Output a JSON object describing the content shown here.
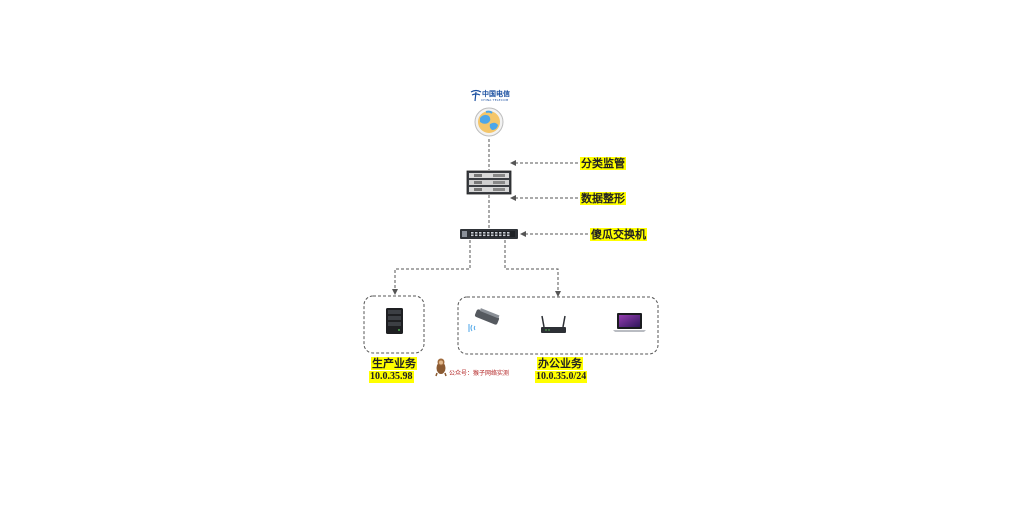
{
  "isp": {
    "name": "中国电信",
    "name_en": "CHINA TELECOM"
  },
  "labels": {
    "monitor": "分类监管",
    "shaping": "数据整形",
    "switch": "傻瓜交换机"
  },
  "groups": {
    "production": {
      "name": "生产业务",
      "ip": "10.0.35.98"
    },
    "office": {
      "name": "办公业务",
      "ip": "10.0.35.0/24"
    }
  },
  "watermark": "公众号：猴子网络实测",
  "colors": {
    "highlight": "#ffff00",
    "line": "#555555",
    "brand": "#1a4fa0"
  }
}
